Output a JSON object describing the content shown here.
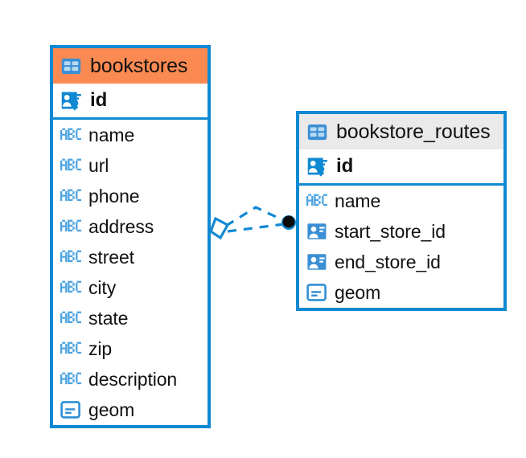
{
  "diagram": {
    "type": "entity-relationship-diagram",
    "background_color": "#ffffff",
    "accent_color": "#1089d3",
    "highlight_color": "#fb8a52",
    "header_color": "#eaeaea"
  },
  "entities": [
    {
      "name": "bookstores",
      "header_style": "accent-orange",
      "table_icon": "table-icon",
      "fields": [
        {
          "name": "id",
          "icon": "primary-key-icon",
          "kind": "pk"
        },
        {
          "name": "name",
          "icon": "text-abc-icon",
          "kind": "text"
        },
        {
          "name": "url",
          "icon": "text-abc-icon",
          "kind": "text"
        },
        {
          "name": "phone",
          "icon": "text-abc-icon",
          "kind": "text"
        },
        {
          "name": "address",
          "icon": "text-abc-icon",
          "kind": "text"
        },
        {
          "name": "street",
          "icon": "text-abc-icon",
          "kind": "text"
        },
        {
          "name": "city",
          "icon": "text-abc-icon",
          "kind": "text"
        },
        {
          "name": "state",
          "icon": "text-abc-icon",
          "kind": "text"
        },
        {
          "name": "zip",
          "icon": "text-abc-icon",
          "kind": "text"
        },
        {
          "name": "description",
          "icon": "text-abc-icon",
          "kind": "text"
        },
        {
          "name": "geom",
          "icon": "geometry-icon",
          "kind": "geometry"
        }
      ]
    },
    {
      "name": "bookstore_routes",
      "header_style": "accent-grey",
      "table_icon": "table-icon",
      "fields": [
        {
          "name": "id",
          "icon": "primary-key-icon",
          "kind": "pk"
        },
        {
          "name": "name",
          "icon": "text-abc-icon",
          "kind": "text"
        },
        {
          "name": "start_store_id",
          "icon": "foreign-key-icon",
          "kind": "fk"
        },
        {
          "name": "end_store_id",
          "icon": "foreign-key-icon",
          "kind": "fk"
        },
        {
          "name": "geom",
          "icon": "geometry-icon",
          "kind": "geometry"
        }
      ]
    }
  ],
  "relationship": {
    "source_entity": "bookstores",
    "target_entity": "bookstore_routes",
    "source_marker": "diamond-marker",
    "target_marker": "filled-circle-marker",
    "line_style": "dashed",
    "line_color": "#1089d3"
  }
}
